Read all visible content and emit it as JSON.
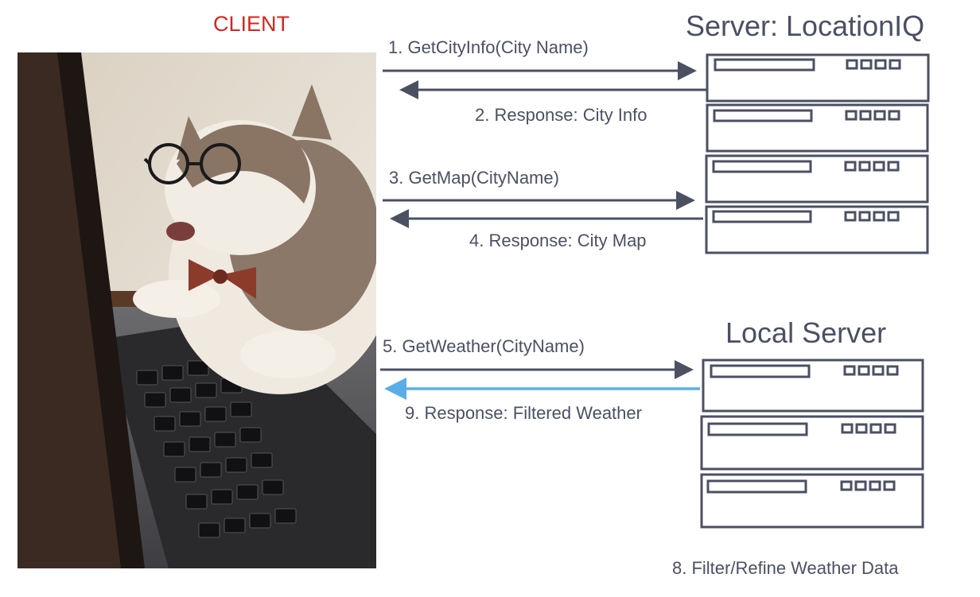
{
  "client": {
    "title": "CLIENT"
  },
  "servers": {
    "locationiq": {
      "title": "Server: LocationIQ"
    },
    "local": {
      "title": "Local Server"
    }
  },
  "steps": {
    "s1": "1. GetCityInfo(City Name)",
    "s2": "2. Response: City Info",
    "s3": "3. GetMap(CityName)",
    "s4": "4. Response: City Map",
    "s5": "5. GetWeather(CityName)",
    "s9": "9. Response: Filtered Weather",
    "s8": "8. Filter/Refine Weather Data"
  },
  "colors": {
    "arrow": "#4b5063",
    "highlight_arrow": "#5aaee8",
    "client_title": "#d5261f",
    "text": "#4b5063"
  }
}
